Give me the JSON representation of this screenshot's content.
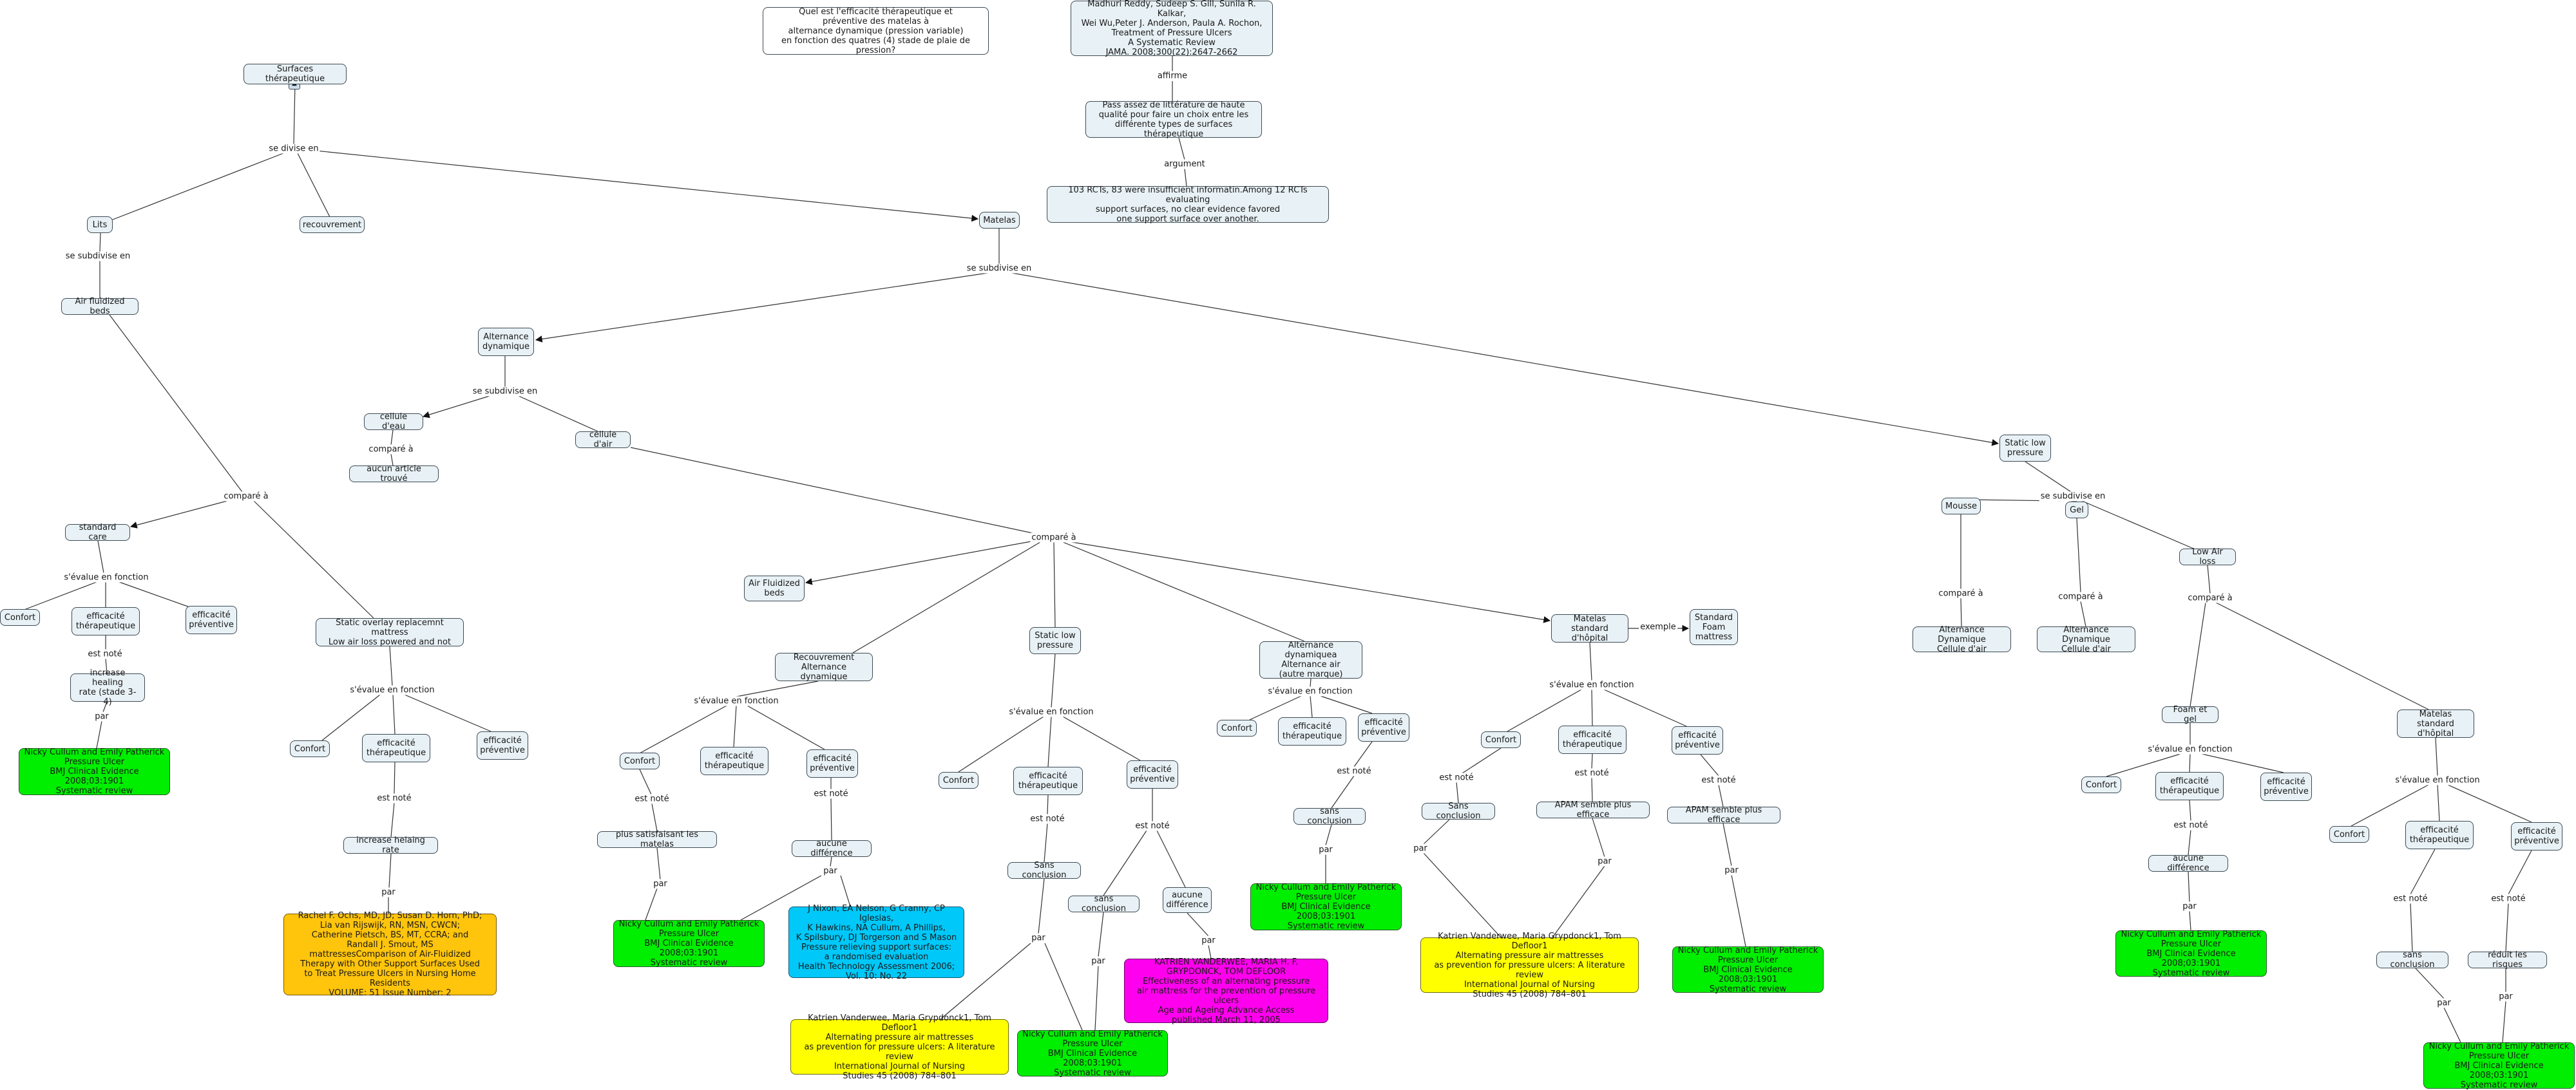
{
  "nodes": {
    "root": "Surfaces thérapeutique",
    "question": "Quel est l'efficacité thérapeutique et\npréventive des matelas à\nalternance dynamique (pression variable)\nen fonction des quatres (4) stade de plaie de pression?",
    "reddy": "Madhuri Reddy, Sudeep S. Gill, Sunila R. Kalkar,\nWei Wu,Peter J. Anderson, Paula A. Rochon,\nTreatment of Pressure Ulcers\nA Systematic Review\nJAMA. 2008;300(22):2647-2662",
    "pas_assez": "Pass assez de littérature  de haute\nqualité pour faire un choix entre les\ndifférente types de surfaces thérapeutique",
    "rcts": "103 RCTs, 83 were insufficient informatin.Among 12 RCTs evaluating\nsupport surfaces, no clear evidence favored\none support surface over another.",
    "lits": "Lits",
    "recouvrement_top": "recouvrement",
    "matelas": "Matelas",
    "air_fluidized": "Air fluidized beds",
    "standard_care": "standard care",
    "sc_confort": "Confort",
    "sc_eff_ther": "efficacité\nthérapeutique",
    "sc_eff_prev": "efficacité\npréventive",
    "increase_healing": "increase healing\nrate (stade 3-4)",
    "ref_sc": "Nicky Cullum and Emily Patherick\nPressure Ulcer\nBMJ Clinical Evidence 2008;03:1901\nSystematic review",
    "static_overlay": "Static overlay replacemnt mattress\nLow air loss powered and not",
    "so_confort": "Confort",
    "so_eff_ther": "efficacité\nthérapeutique",
    "so_eff_prev": "efficacité\npréventive",
    "so_increase": "increase helaing rate",
    "ref_ochs": "Rachel F. Ochs, MD, JD; Susan D. Horn, PhD;\nLia van Rijswijk, RN, MSN, CWCN;\nCatherine Pietsch, BS, MT, CCRA; and\nRandall J. Smout, MS\nmattressesComparison of Air-Fluidized\nTherapy with Other Support Surfaces Used\nto Treat Pressure Ulcers in Nursing Home Residents\nVOLUME: 51 Issue Number: 2",
    "alt_dyn": "Alternance\ndynamique",
    "cellule_eau": "cellule d'eau",
    "aucun_article": "aucun article trouvé",
    "cellule_air": "cellule d'air",
    "air_fluid_beds2": "Air Fluidized\nbeds",
    "recouv_alt": "Recouvrement\nAlternance dynamique",
    "ra_confort": "Confort",
    "ra_eff_ther": "efficacité\nthérapeutique",
    "ra_eff_prev": "efficacité\npréventive",
    "plus_satisf": "plus satisfaisant les matelas",
    "aucune_diff1": "aucune différence",
    "ref_ra": "Nicky Cullum and Emily Patherick\nPressure Ulcer\nBMJ Clinical Evidence 2008;03:1901\nSystematic review",
    "ref_nixon": "J Nixon, EA Nelson, G Cranny, CP Iglesias,\nK Hawkins, NA Cullum, A Phillips,\nK Spilsbury, DJ Torgerson and S Mason\nPressure relieving support surfaces:\na randomised evaluation\nHealth Technology Assessment 2006;\nVol. 10: No. 22",
    "static_low_mid": "Static low\npressure",
    "sl_confort": "Confort",
    "sl_eff_ther": "efficacité\nthérapeutique",
    "sl_eff_prev": "efficacité\npréventive",
    "sans_concl1": "Sans conclusion",
    "sans_concl2": "sans conclusion",
    "aucune_diff2": "aucune\ndifférence",
    "ref_vanderwee1": "Katrien Vanderwee, Maria Grypdonck1, Tom Defloor1\nAlternating pressure air mattresses\nas prevention for pressure ulcers: A literature review\nInternational Journal of Nursing\nStudies 45 (2008) 784–801",
    "ref_sl": "Nicky Cullum and Emily Patherick\nPressure Ulcer\nBMJ Clinical Evidence 2008;03:1901\nSystematic review",
    "ref_vanderwee_mag": "KATRIEN VANDERWEE, MARIA H. F.\nGRYPDONCK,  TOM DEFLOOR\nEffectiveness of an alternating pressure\nair mattress for the prevention of pressure ulcers\nAge and Ageing Advance Access\npublished March 11, 2005",
    "alt_autre": "Alternance dynamiquea\nAlternance air\n(autre marque)",
    "aa_confort": "Confort",
    "aa_eff_ther": "efficacité\nthérapeutique",
    "aa_eff_prev": "efficacité\npréventive",
    "sans_concl3": "sans conclusion",
    "ref_aa": "Nicky Cullum and Emily Patherick\nPressure Ulcer\nBMJ Clinical Evidence 2008;03:1901\nSystematic review",
    "matelas_std": "Matelas standard\nd'hôpital",
    "std_foam": "Standard\nFoam\nmattress",
    "ms_confort": "Confort",
    "ms_eff_ther": "efficacité\nthérapeutique",
    "ms_eff_prev": "efficacité\npréventive",
    "sans_concl4": "Sans conclusion",
    "apam1": "APAM semble plus efficace",
    "apam2": "APAM semble plus efficace",
    "ref_vanderwee2": "Katrien Vanderwee, Maria Grypdonck1, Tom Defloor1\nAlternating pressure air mattresses\nas prevention for pressure ulcers: A literature review\nInternational Journal of Nursing\nStudies 45 (2008) 784–801",
    "ref_ms": "Nicky Cullum and Emily Patherick\nPressure Ulcer\nBMJ Clinical Evidence 2008;03:1901\nSystematic review",
    "static_low_right": "Static low\npressure",
    "mousse": "Mousse",
    "gel": "Gel",
    "low_air": "Low Air loss",
    "alt_cell_air1": "Alternance Dynamique\nCellule d'air",
    "alt_cell_air2": "Alternance Dynamique\nCellule d'air",
    "foam_gel": "Foam et gel",
    "fg_confort": "Confort",
    "fg_eff_ther": "efficacité\nthérapeutique",
    "fg_eff_prev": "efficacité\npréventive",
    "aucune_diff3": "aucune différence",
    "ref_fg": "Nicky Cullum and Emily Patherick\nPressure Ulcer\nBMJ Clinical Evidence 2008;03:1901\nSystematic review",
    "matelas_std2": "Matelas standard\nd'hôpital",
    "ms2_confort": "Confort",
    "ms2_eff_ther": "efficacité\nthérapeutique",
    "ms2_eff_prev": "efficacité\npréventive",
    "sans_concl5": "sans conclusion",
    "reduit": "réduit les risques",
    "ref_ms2": "Nicky Cullum and Emily Patherick\nPressure Ulcer\nBMJ Clinical Evidence 2008;03:1901\nSystematic review"
  },
  "labels": {
    "se_divise_en": "se divise en",
    "affirme": "affirme",
    "argument": "argument",
    "se_subdivise_en_lits": "se subdivise en",
    "se_subdivise_en_mat": "se subdivise en",
    "se_subdivise_en_alt": "se subdivise en",
    "se_subdivise_en_slp": "se subdivise en",
    "compare_a_air": "comparé à",
    "compare_a_eau": "comparé à",
    "compare_a_main": "comparé à",
    "compare_a_mousse": "comparé à",
    "compare_a_gel": "comparé à",
    "compare_a_lal": "comparé à",
    "sevalue_sc": "s'évalue en fonction",
    "sevalue_so": "s'évalue en fonction",
    "sevalue_ra": "s'évalue en fonction",
    "sevalue_sl": "s'évalue en fonction",
    "sevalue_aa": "s'évalue en fonction",
    "sevalue_ms": "s'évalue en fonction",
    "sevalue_fg": "s'évalue en fonction",
    "sevalue_ms2": "s'évalue en fonction",
    "est_note_sc": "est noté",
    "est_note_so": "est noté",
    "est_note_ra1": "est noté",
    "est_note_ra2": "est noté",
    "est_note_sl1": "est noté",
    "est_note_sl2": "est noté",
    "est_note_aa": "est noté",
    "est_note_ms1": "est noté",
    "est_note_ms2": "est noté",
    "est_note_ms3": "est noté",
    "est_note_fg": "est noté",
    "est_note_ms2a": "est noté",
    "est_note_ms2b": "est noté",
    "par_sc": "par",
    "par_so": "par",
    "par_ra1": "par",
    "par_ra2": "par",
    "par_sl1": "par",
    "par_sl2": "par",
    "par_sl3": "par",
    "par_aa": "par",
    "par_ms1": "par",
    "par_ms2": "par",
    "par_ms3": "par",
    "par_fg": "par",
    "par_ms2a": "par",
    "par_ms2b": "par",
    "exemple": "exemple"
  },
  "colors": {
    "node_fill": "#e8f1f5",
    "reference_green": "#00ee00",
    "reference_orange": "#ffc40c",
    "reference_cyan": "#00c8f8",
    "reference_yellow": "#ffff00",
    "reference_magenta": "#ff00ee",
    "line": "#333333"
  },
  "icons": {
    "root_expand": "expand-toggle-icon"
  }
}
